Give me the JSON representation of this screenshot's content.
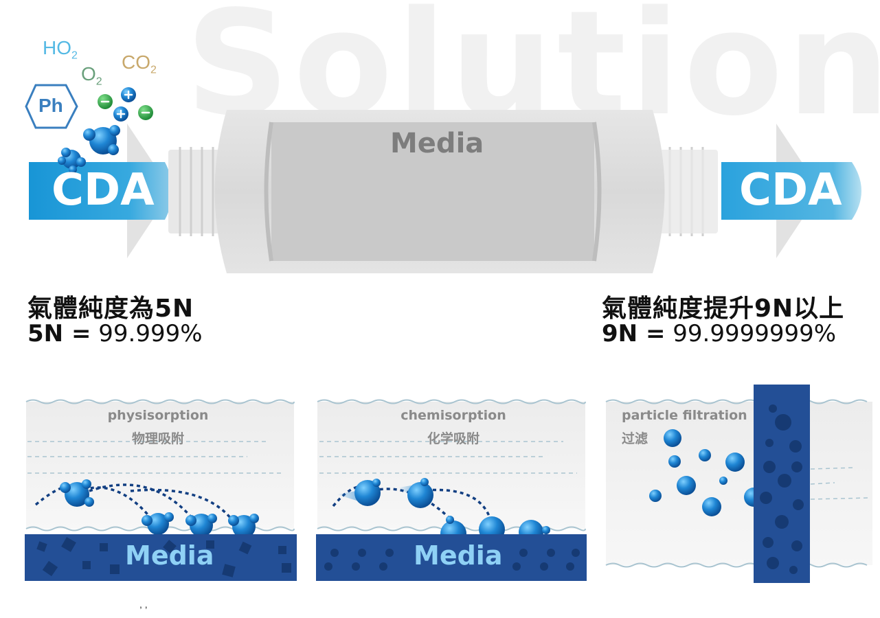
{
  "watermark": "Solution",
  "molecules": {
    "ho2": "HO",
    "ho2_sub": "2",
    "o2": "O",
    "o2_sub": "2",
    "co2": "CO",
    "co2_sub": "2",
    "ph": "Ph"
  },
  "flow": {
    "inlet_label": "CDA",
    "outlet_label": "CDA",
    "filter_label": "Media"
  },
  "purity": {
    "before_title": "氣體純度為5N",
    "before_key": "5N =",
    "before_value": " 99.999%",
    "after_title": "氣體純度提升9N以上",
    "after_key": "9N =",
    "after_value": " 99.9999999%"
  },
  "panels": [
    {
      "title_en": "physisorption",
      "title_zh": "物理吸附",
      "media": "Media"
    },
    {
      "title_en": "chemisorption",
      "title_zh": "化学吸附",
      "media": "Media"
    },
    {
      "title_en": "particle filtration",
      "title_zh": "过滤"
    }
  ],
  "footnote": ", ,",
  "colors": {
    "blue": "#1f86d4",
    "navy": "#234f96",
    "cda": "#29a8df",
    "media_gray": "#cfcfcf"
  }
}
